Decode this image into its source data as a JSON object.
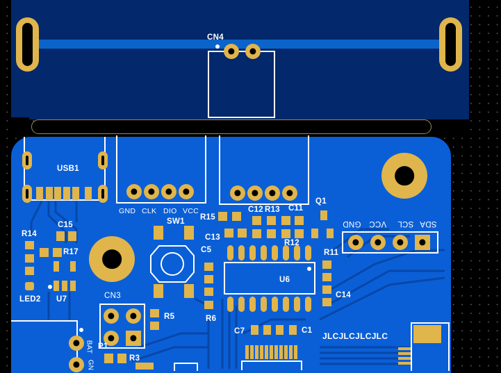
{
  "colors": {
    "background": "#000000",
    "top_board_fill": "#03286b",
    "bottom_board_fill": "#0a5fd6",
    "copper_trace": "#0b64c9",
    "pad_gold": "#e0b54c",
    "silkscreen": "#ffffff"
  },
  "top_board": {
    "connector_label": "CN4"
  },
  "components": {
    "usb": "USB1",
    "header_left_pins": [
      "GND",
      "CLK",
      "DIO",
      "VCC"
    ],
    "switch": "SW1",
    "r15": "R15",
    "c12": "C12",
    "r13": "R13",
    "c11": "C11",
    "q1": "Q1",
    "c13": "C13",
    "r12": "R12",
    "c5": "C5",
    "r11": "R11",
    "u6": "U6",
    "c14": "C14",
    "r6": "R6",
    "c7": "C7",
    "c1": "C1",
    "r14": "R14",
    "c15": "C15",
    "r17": "R17",
    "led2": "LED2",
    "u7": "U7",
    "cn3": "CN3",
    "r5": "R5",
    "r3": "R3",
    "p1": "P1",
    "bat": "BAT",
    "gnd_short": "GN",
    "i2c_pins": [
      "GND",
      "VCC",
      "SCL",
      "SDA"
    ],
    "jlc_text": "JLCJLCJLCJLC"
  }
}
